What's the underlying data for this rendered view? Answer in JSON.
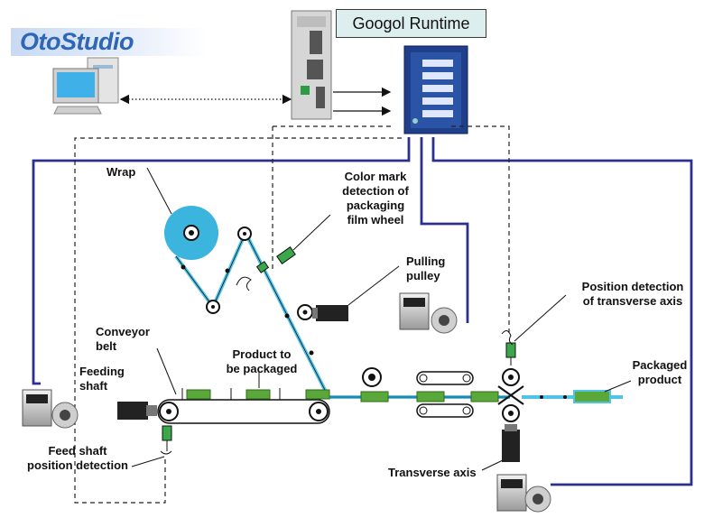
{
  "logo": {
    "text": "OtoStudio"
  },
  "runtime": {
    "title": "Googol Runtime"
  },
  "labels": {
    "wrap": "Wrap",
    "color_mark": [
      "Color mark",
      "detection of",
      "packaging",
      "film wheel"
    ],
    "pulling_pulley": [
      "Pulling",
      "pulley"
    ],
    "position_detection": [
      "Position detection",
      "of transverse axis"
    ],
    "conveyor_belt": [
      "Conveyor",
      "belt"
    ],
    "product_to_be_packaged": [
      "Product to",
      "be packaged"
    ],
    "feeding_shaft": [
      "Feeding",
      "shaft"
    ],
    "packaged_product": [
      "Packaged",
      "product"
    ],
    "feed_shaft_position": [
      "Feed shaft",
      "position detection"
    ],
    "transverse_axis": "Transverse axis"
  },
  "colors": {
    "control_line": "#2b2f8f",
    "film": "#4fc3e8",
    "product": "#5aa83a",
    "device": "#1f3f8a"
  }
}
